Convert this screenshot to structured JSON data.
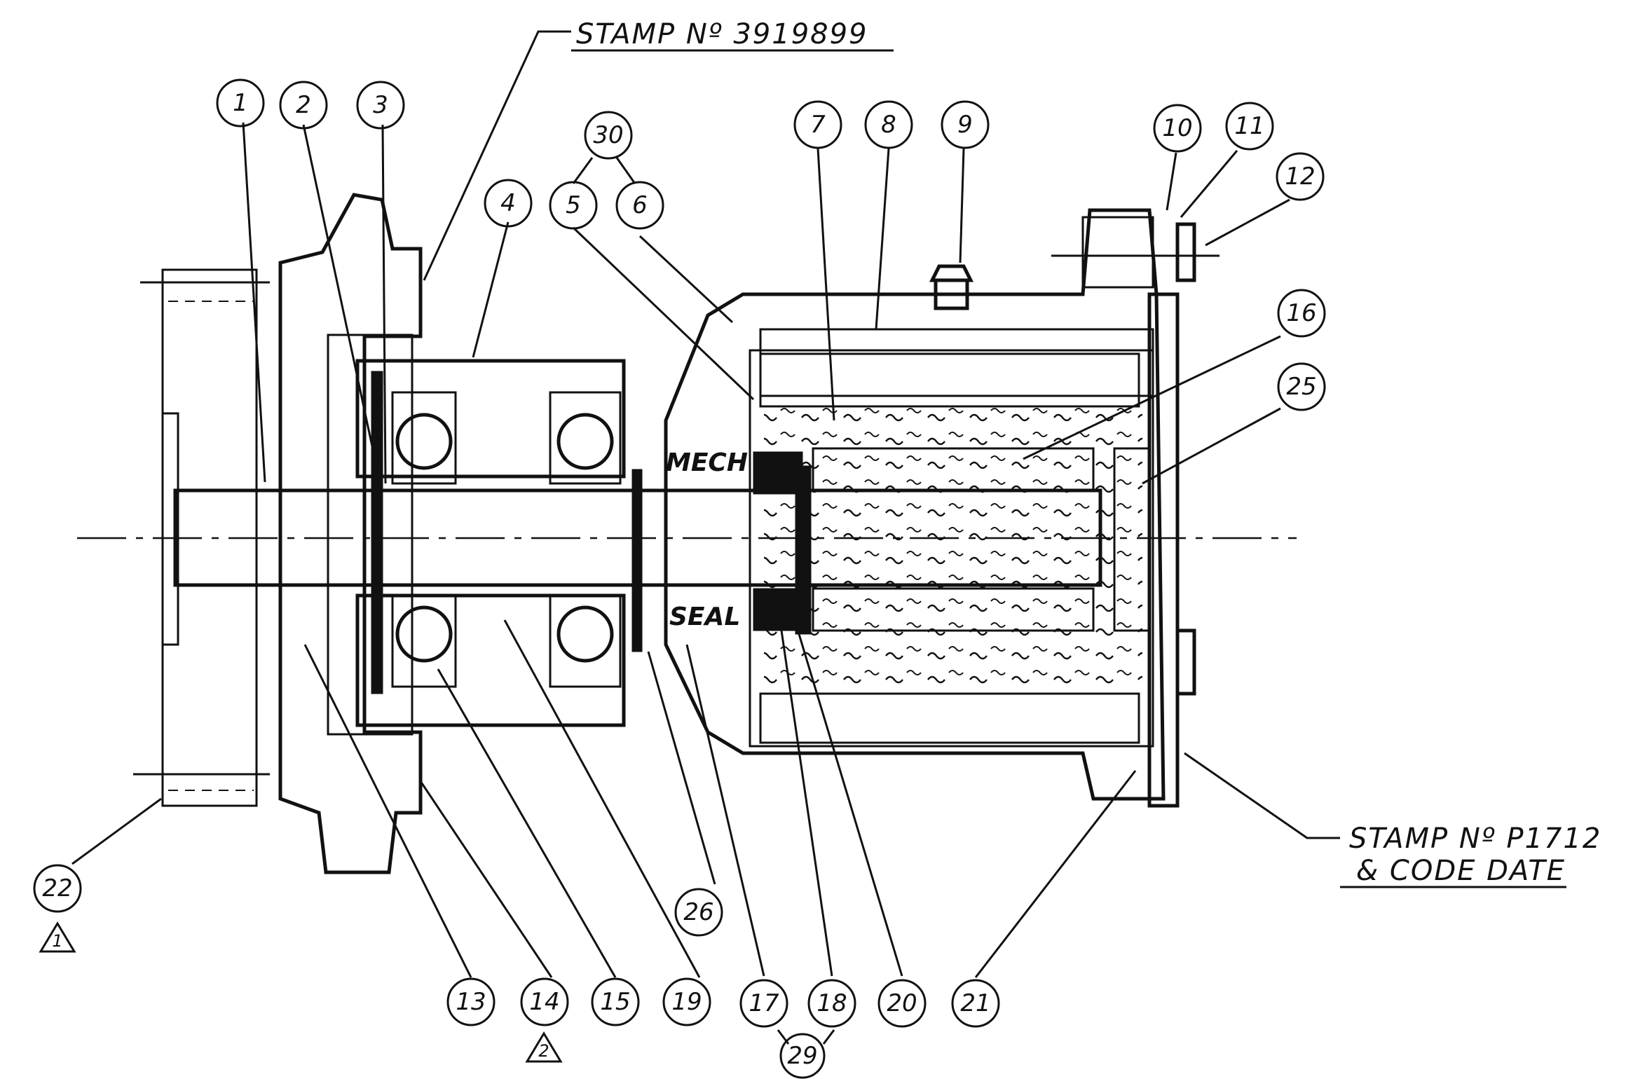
{
  "stamps": {
    "top": "STAMP Nº 3919899",
    "right_line1": "STAMP Nº P1712",
    "right_line2": "& CODE DATE"
  },
  "inline_labels": {
    "mech": "MECH",
    "seal": "SEAL"
  },
  "callouts": [
    "1",
    "2",
    "3",
    "4",
    "5",
    "6",
    "30",
    "7",
    "8",
    "9",
    "10",
    "11",
    "12",
    "16",
    "25",
    "22",
    "13",
    "14",
    "15",
    "19",
    "26",
    "17",
    "18",
    "20",
    "21",
    "29"
  ],
  "triangle_marks": [
    "1",
    "2"
  ],
  "icons": {
    "callout_bubble": "circle-icon",
    "revision_marker": "triangle-icon"
  },
  "colors": {
    "ink": "#111111",
    "paper": "#ffffff"
  }
}
